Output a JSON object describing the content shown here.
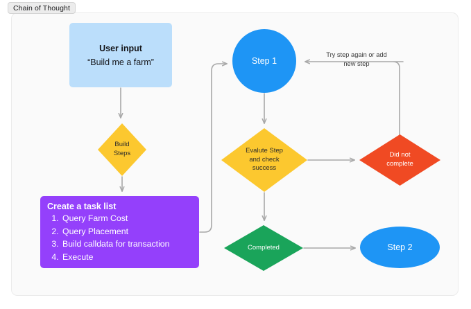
{
  "tab": {
    "label": "Chain of Thought"
  },
  "colors": {
    "user_input_fill": "#bbdefb",
    "task_list_fill": "#9440fb",
    "step_fill": "#1e95f5",
    "decision_fill": "#fcc82f",
    "fail_fill": "#f04a23",
    "success_fill": "#1aa45a",
    "connector": "#a8a8a8",
    "canvas_fill": "#fafafa",
    "canvas_border": "#ebebeb"
  },
  "nodes": {
    "user_input": {
      "title": "User input",
      "quote": "“Build me a farm”"
    },
    "build_steps": {
      "line1": "Build",
      "line2": "Steps"
    },
    "task_list": {
      "title": "Create a task list",
      "items": [
        "Query Farm Cost",
        "Query Placement",
        "Build calldata for transaction",
        "Execute"
      ]
    },
    "step_1": {
      "label": "Step 1"
    },
    "step_2": {
      "label": "Step 2"
    },
    "evaluate": {
      "line1": "Evalute Step",
      "line2": "and check",
      "line3": "success"
    },
    "did_not_complete": {
      "line1": "Did not",
      "line2": "complete"
    },
    "completed": {
      "label": "Completed"
    }
  },
  "edges": {
    "retry_label": {
      "line1": "Try step again or add",
      "line2": "new step"
    }
  }
}
